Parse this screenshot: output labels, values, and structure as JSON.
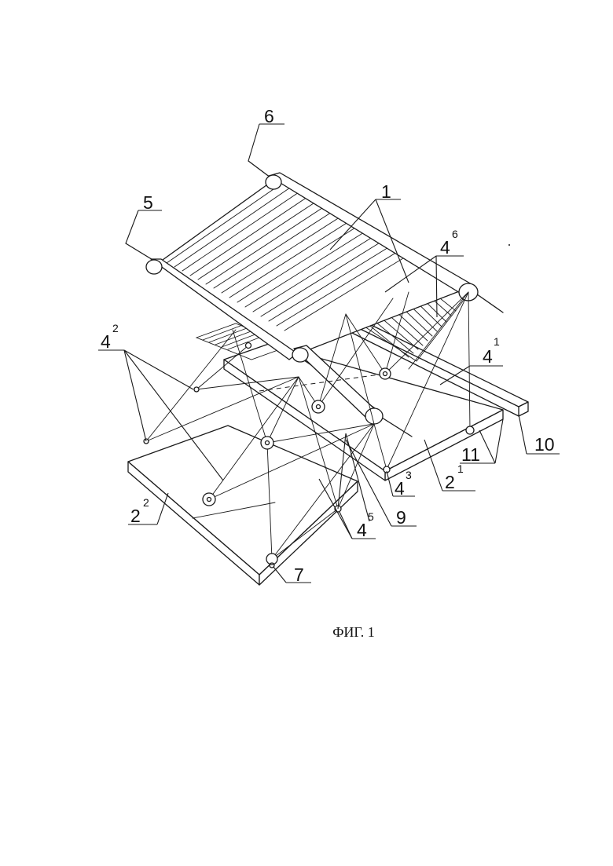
{
  "figure": {
    "caption": "ФИГ. 1",
    "labels": [
      {
        "id": "l-6",
        "text": "6",
        "sup": ""
      },
      {
        "id": "l-5",
        "text": "5",
        "sup": ""
      },
      {
        "id": "l-1",
        "text": "1",
        "sup": ""
      },
      {
        "id": "l-4-6",
        "text": "4",
        "sup": "6"
      },
      {
        "id": "l-4-2",
        "text": "4",
        "sup": "2"
      },
      {
        "id": "l-4-1",
        "text": "4",
        "sup": "1"
      },
      {
        "id": "l-10",
        "text": "10",
        "sup": ""
      },
      {
        "id": "l-11",
        "text": "11",
        "sup": ""
      },
      {
        "id": "l-2-1",
        "text": "2",
        "sup": "1"
      },
      {
        "id": "l-4-3",
        "text": "4",
        "sup": "3"
      },
      {
        "id": "l-9",
        "text": "9",
        "sup": ""
      },
      {
        "id": "l-4-5",
        "text": "4",
        "sup": "5"
      },
      {
        "id": "l-2-2",
        "text": "2",
        "sup": "2"
      },
      {
        "id": "l-7",
        "text": "7",
        "sup": ""
      }
    ]
  }
}
